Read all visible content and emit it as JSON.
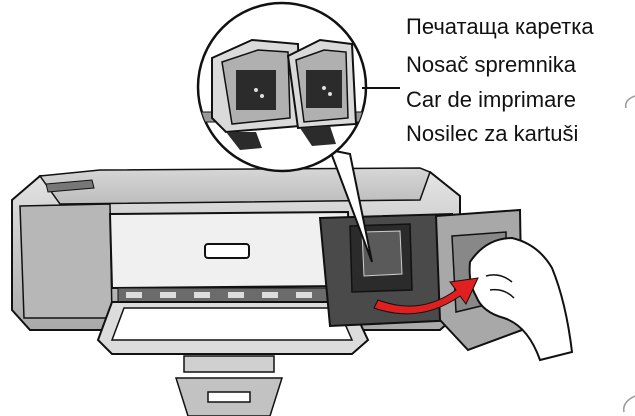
{
  "callout": {
    "labels": [
      "Печатаща каретка",
      "Nosač spremnika",
      "Car de imprimare",
      "Nosilec za kartuši"
    ]
  },
  "colors": {
    "printer_body": "#c9c9c9",
    "printer_shadow": "#8a8a8a",
    "outline": "#111111",
    "cartridge_dark": "#2b2b2b",
    "arrow": "#e02020",
    "paper": "#ffffff"
  }
}
